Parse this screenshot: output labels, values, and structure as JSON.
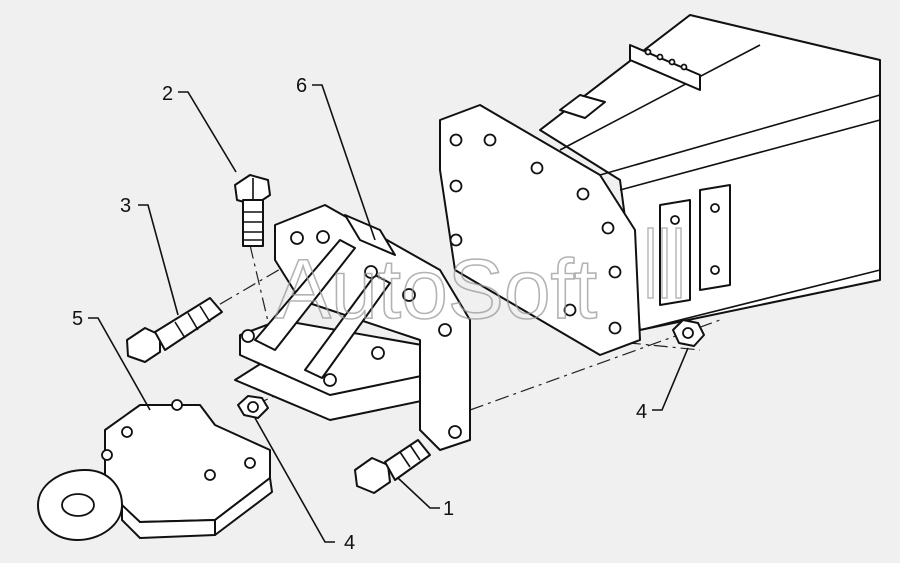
{
  "callouts": {
    "c1": "1",
    "c2": "2",
    "c3": "3",
    "c4a": "4",
    "c4b": "4",
    "c5": "5",
    "c6": "6"
  },
  "watermark": "AutoSoft"
}
